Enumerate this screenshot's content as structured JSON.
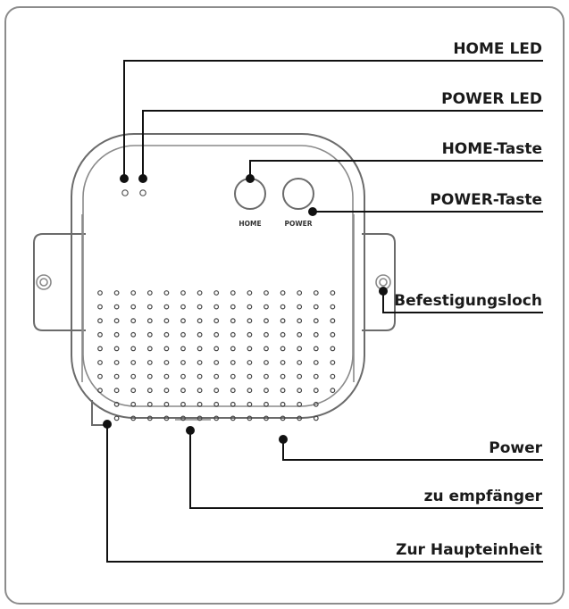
{
  "labels": {
    "home_led": "HOME LED",
    "power_led": "POWER LED",
    "home_taste": "HOME-Taste",
    "power_taste": "POWER-Taste",
    "befestigungsloch": "Befestigungsloch",
    "power": "Power",
    "zu_empfaenger": "zu empfänger",
    "zur_haupteinheit": "Zur Haupteinheit"
  },
  "device": {
    "home_button_label": "HOME",
    "power_button_label": "POWER"
  },
  "grill": {
    "rows": 10,
    "columns": 15
  }
}
